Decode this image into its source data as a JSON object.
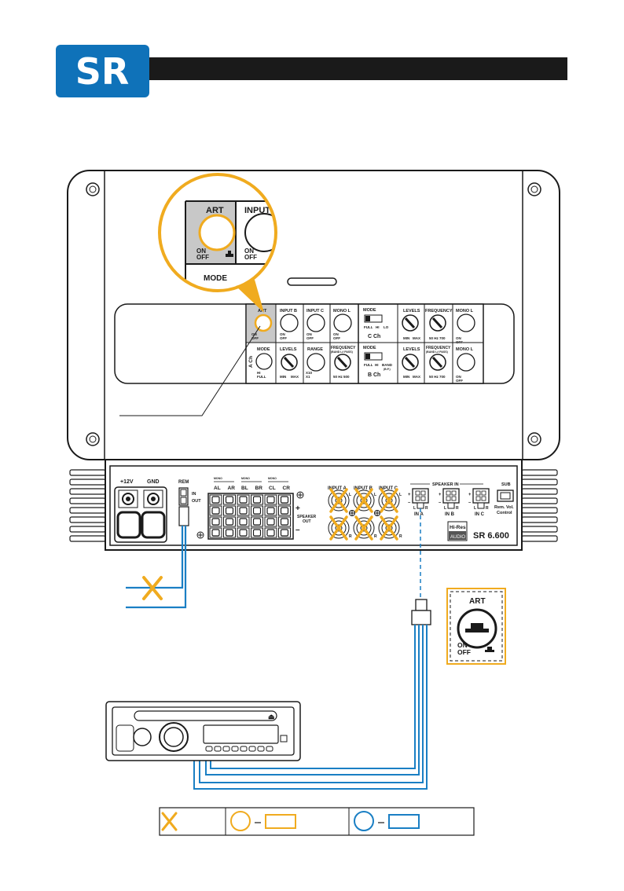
{
  "brand": {
    "logo_text": "SR",
    "logo_color": "#0f72b9",
    "header_bar_color": "#1a1a1a"
  },
  "colors": {
    "orange": "#f0ab1f",
    "blue": "#1a7fc4",
    "dark": "#1a1a1a"
  },
  "zoom_callout": {
    "art": "ART",
    "input": "INPUT",
    "on": "ON",
    "off": "OFF",
    "mode": "MODE"
  },
  "amp_top_panel": {
    "art": "ART",
    "input_b": "INPUT B",
    "input_c": "INPUT C",
    "mono_l": "MONO L",
    "on": "ON",
    "off": "OFF",
    "mode": "MODE",
    "full": "FULL",
    "hi": "HI",
    "lo": "LO",
    "band_note": "(B.P.)",
    "band": "BAND",
    "levels": "LEVELS",
    "min": "MIN",
    "max": "MAX",
    "frequency": "FREQUENCY",
    "frequency_sub_hp": "(BAND L# PASS)",
    "frequency_sub_bp": "(BAND L# PASS)",
    "freq_range": "50 Hz 500",
    "freq_range_c": "50 Hz 700",
    "c_ch": "C Ch",
    "a_ch": "A Ch",
    "b_ch": "B Ch",
    "range": "RANGE",
    "x10": "X10",
    "x1": "X1"
  },
  "amp_front_panel": {
    "plus12v": "+12V",
    "gnd": "GND",
    "rem": "REM",
    "in": "IN",
    "out": "OUT",
    "channels": [
      "AL",
      "AR",
      "BL",
      "BR",
      "CL",
      "CR"
    ],
    "mono_tag": "MONO",
    "speaker_out_1": "SPEAKER",
    "speaker_out_2": "OUT",
    "input_a": "INPUT A",
    "input_b": "INPUT B",
    "input_c": "INPUT C",
    "speaker_in": "SPEAKER IN",
    "in_a": "IN A",
    "in_b": "IN B",
    "in_c": "IN C",
    "sub": "SUB",
    "rem_vol_1": "Rem. Vol.",
    "rem_vol_2": "Control",
    "l": "L",
    "r": "R",
    "hires_1": "Hi-Res",
    "hires_2": "AUDIO",
    "model": "SR 6.600"
  },
  "art_callout": {
    "title": "ART",
    "on": "ON",
    "off": "OFF"
  }
}
